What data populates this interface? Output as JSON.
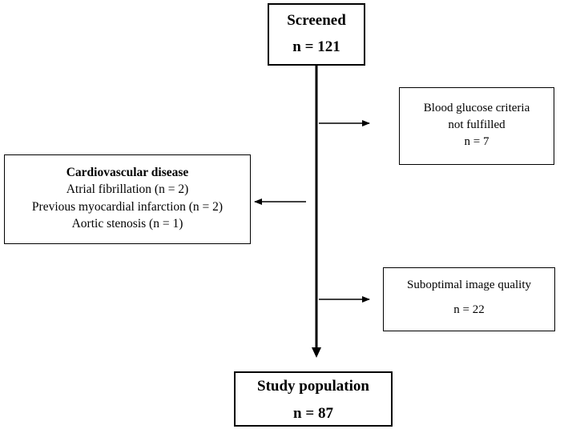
{
  "screened": {
    "title": "Screened",
    "count": "n = 121"
  },
  "glucose": {
    "line1": "Blood glucose criteria",
    "line2": "not fulfilled",
    "count": "n = 7"
  },
  "cardiovascular": {
    "title": "Cardiovascular disease",
    "items": [
      "Atrial fibrillation  (n = 2)",
      "Previous myocardial infarction (n = 2)",
      "Aortic stenosis  (n = 1)"
    ]
  },
  "image_quality": {
    "title": "Suboptimal image quality",
    "count": "n = 22"
  },
  "study_population": {
    "title": "Study population",
    "count": "n = 87"
  }
}
